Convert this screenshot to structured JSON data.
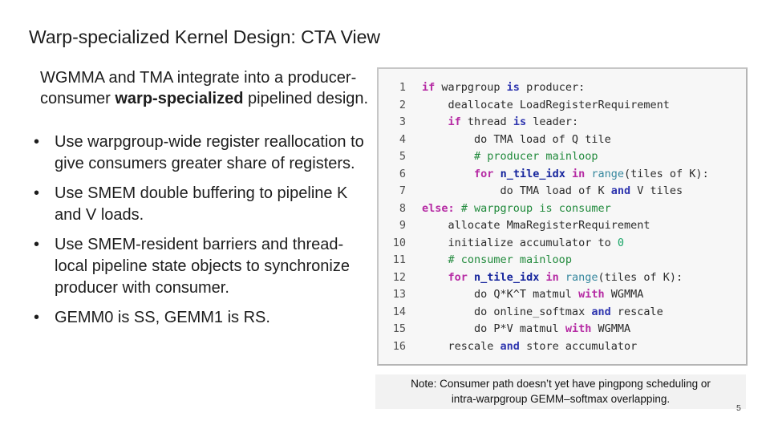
{
  "slide": {
    "title": "Warp-specialized Kernel Design: CTA View",
    "page_number": "5"
  },
  "intro": {
    "segments": [
      {
        "text": "WGMMA and TMA integrate into a producer-consumer ",
        "bold": false
      },
      {
        "text": "warp-specialized",
        "bold": true
      },
      {
        "text": " pipelined design.",
        "bold": false
      }
    ]
  },
  "bullets": [
    "Use warpgroup-wide register reallocation to give consumers greater share of registers.",
    "Use SMEM double buffering to pipeline K and V loads.",
    "Use SMEM-resident barriers and thread-local pipeline state objects to synchronize producer with consumer.",
    "GEMM0 is SS, GEMM1 is RS."
  ],
  "code": {
    "lines": [
      {
        "number": "1",
        "segments": [
          [
            "k",
            "if"
          ],
          [
            "p",
            " warpgroup "
          ],
          [
            "b",
            "is"
          ],
          [
            "p",
            " producer:"
          ]
        ]
      },
      {
        "number": "2",
        "segments": [
          [
            "p",
            "    deallocate LoadRegisterRequirement"
          ]
        ]
      },
      {
        "number": "3",
        "segments": [
          [
            "p",
            "    "
          ],
          [
            "k",
            "if"
          ],
          [
            "p",
            " thread "
          ],
          [
            "b",
            "is"
          ],
          [
            "p",
            " leader:"
          ]
        ]
      },
      {
        "number": "4",
        "segments": [
          [
            "p",
            "        do TMA load of Q tile"
          ]
        ]
      },
      {
        "number": "5",
        "segments": [
          [
            "p",
            "        "
          ],
          [
            "c",
            "# producer mainloop"
          ]
        ]
      },
      {
        "number": "6",
        "segments": [
          [
            "p",
            "        "
          ],
          [
            "k",
            "for"
          ],
          [
            "p",
            " "
          ],
          [
            "v",
            "n_tile_idx"
          ],
          [
            "p",
            " "
          ],
          [
            "k",
            "in"
          ],
          [
            "p",
            " "
          ],
          [
            "f",
            "range"
          ],
          [
            "p",
            "(tiles of K):"
          ]
        ]
      },
      {
        "number": "7",
        "segments": [
          [
            "p",
            "            do TMA load of K "
          ],
          [
            "b",
            "and"
          ],
          [
            "p",
            " V tiles"
          ]
        ]
      },
      {
        "number": "8",
        "segments": [
          [
            "k",
            "else:"
          ],
          [
            "p",
            " "
          ],
          [
            "c",
            "# warpgroup is consumer"
          ]
        ]
      },
      {
        "number": "9",
        "segments": [
          [
            "p",
            "    allocate MmaRegisterRequirement"
          ]
        ]
      },
      {
        "number": "10",
        "segments": [
          [
            "p",
            "    initialize accumulator to "
          ],
          [
            "n",
            "0"
          ]
        ]
      },
      {
        "number": "11",
        "segments": [
          [
            "p",
            "    "
          ],
          [
            "c",
            "# consumer mainloop"
          ]
        ]
      },
      {
        "number": "12",
        "segments": [
          [
            "p",
            "    "
          ],
          [
            "k",
            "for"
          ],
          [
            "p",
            " "
          ],
          [
            "v",
            "n_tile_idx"
          ],
          [
            "p",
            " "
          ],
          [
            "k",
            "in"
          ],
          [
            "p",
            " "
          ],
          [
            "f",
            "range"
          ],
          [
            "p",
            "(tiles of K):"
          ]
        ]
      },
      {
        "number": "13",
        "segments": [
          [
            "p",
            "        do Q*K^T matmul "
          ],
          [
            "k",
            "with"
          ],
          [
            "p",
            " WGMMA"
          ]
        ]
      },
      {
        "number": "14",
        "segments": [
          [
            "p",
            "        do online_softmax "
          ],
          [
            "b",
            "and"
          ],
          [
            "p",
            " rescale"
          ]
        ]
      },
      {
        "number": "15",
        "segments": [
          [
            "p",
            "        do P*V matmul "
          ],
          [
            "k",
            "with"
          ],
          [
            "p",
            " WGMMA"
          ]
        ]
      },
      {
        "number": "16",
        "segments": [
          [
            "p",
            "    rescale "
          ],
          [
            "b",
            "and"
          ],
          [
            "p",
            " store accumulator"
          ]
        ]
      }
    ]
  },
  "note": {
    "lines": [
      "Note: Consumer path doesn’t yet have pingpong scheduling or",
      "intra-warpgroup GEMM–softmax overlapping."
    ]
  },
  "colors": {
    "keyword": "#b62ba4",
    "opword": "#2f36af",
    "variable": "#16259d",
    "function": "#35879e",
    "comment": "#218a3c",
    "number": "#19a567",
    "plain": "#2b2b2b",
    "code_bg": "#f7f7f7",
    "note_bg": "#f2f2f2"
  }
}
